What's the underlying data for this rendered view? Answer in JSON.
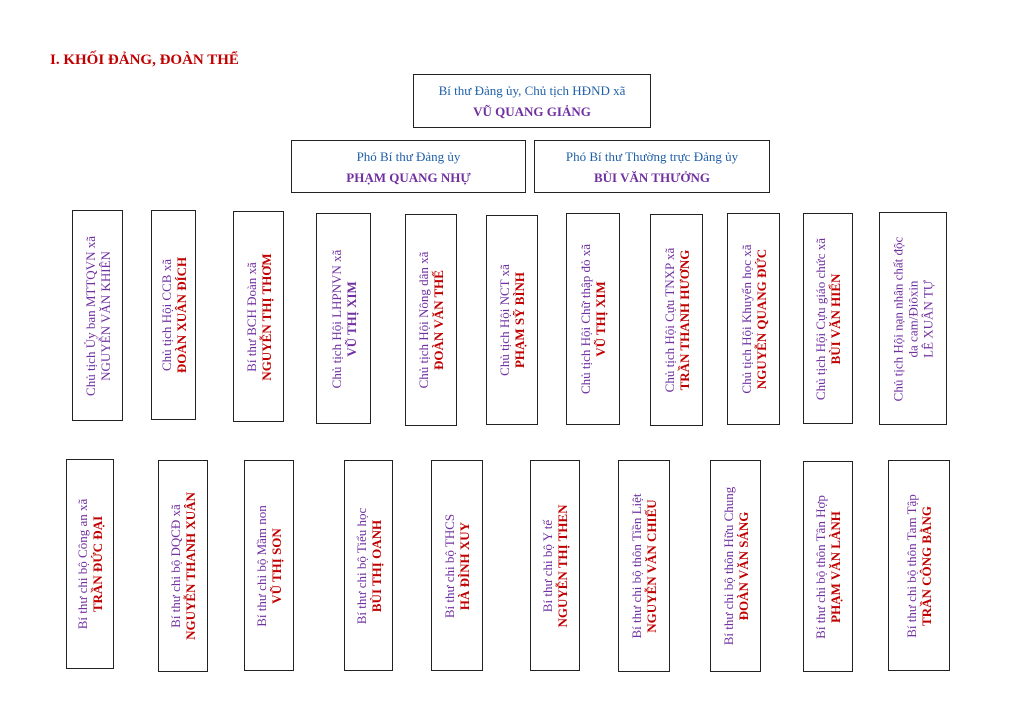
{
  "section_title": "I. KHỐI ĐẢNG, ĐOÀN THỂ",
  "top": {
    "role": "Bí thư Đảng ủy, Chủ tịch HĐND xã",
    "name": "VŨ QUANG GIẢNG"
  },
  "deputies": [
    {
      "role": "Phó Bí thư Đảng ủy",
      "name": "PHẠM QUANG NHỰ"
    },
    {
      "role": "Phó Bí thư Thường trực Đảng ủy",
      "name": "BÙI VĂN THƯỞNG"
    }
  ],
  "row1": [
    {
      "role": "Chủ tịch Ủy ban MTTQVN xã",
      "name": "NGUYỄN VĂN KHIÊN",
      "name_color": "purple-regular"
    },
    {
      "role": "Chủ tịch Hội CCB xã",
      "name": "ĐOÀN XUÂN ĐÍCH",
      "name_color": "red"
    },
    {
      "role": "Bí thư BCH Đoàn xã",
      "name": "NGUYỄN THỊ THƠM",
      "name_color": "red"
    },
    {
      "role": "Chủ tịch Hội LHPNVN xã",
      "name": "VŨ THỊ XIM",
      "name_color": "purple"
    },
    {
      "role": "Chủ tịch Hội Nông dân xã",
      "name": "ĐOÀN VĂN THẾ",
      "name_color": "red"
    },
    {
      "role": "Chủ tịch Hội NCT xã",
      "name": "PHẠM SỸ BÌNH",
      "name_color": "red"
    },
    {
      "role": "Chủ tịch Hội Chữ thập đỏ xã",
      "name": "VŨ THỊ XIM",
      "name_color": "red"
    },
    {
      "role": "Chủ tịch Hội Cựu TNXP xã",
      "name": "TRẦN THANH HƯƠNG",
      "name_color": "red"
    },
    {
      "role": "Chủ tịch Hội Khuyến học xã",
      "name": "NGUYỄN QUANG ĐỨC",
      "name_color": "red"
    },
    {
      "role": "Chủ tịch Hội Cựu giáo chức xã",
      "name": "BÙI VĂN HIỂN",
      "name_color": "red"
    },
    {
      "role": "Chủ tịch Hội nạn nhân chất độc da cam/Điôxin",
      "name": "LÊ XUÂN TỰ",
      "name_color": "purple-regular"
    }
  ],
  "row2": [
    {
      "role": "Bí thư chi bộ Công an xã",
      "name": "TRẦN ĐỨC ĐẠI",
      "name_color": "red"
    },
    {
      "role": "Bí thư chi bộ DQCĐ xã",
      "name": "NGUYỄN THANH XUÂN",
      "name_color": "red"
    },
    {
      "role": "Bí thư chi bộ Mầm non",
      "name": "VŨ THỊ SON",
      "name_color": "red"
    },
    {
      "role": "Bí thư chi bộ Tiểu học",
      "name": "BÙI THỊ OANH",
      "name_color": "red"
    },
    {
      "role": "Bí thư chi bộ THCS",
      "name": "HÀ ĐÌNH XUY",
      "name_color": "red"
    },
    {
      "role": "Bí thư chi bộ Y tế",
      "name": "NGUYỄN THỊ THEN",
      "name_color": "red"
    },
    {
      "role": "Bí thư chi bộ thôn Tiền Liệt",
      "name": "NGUYỄN VĂN CHIẾU",
      "name_color": "red"
    },
    {
      "role": "Bí thư chi bộ thôn Hữu Chung",
      "name": "ĐOÀN VĂN SÁNG",
      "name_color": "red"
    },
    {
      "role": "Bí thư chi bộ thôn Tân Hợp",
      "name": "PHẠM VĂN LÀNH",
      "name_color": "red"
    },
    {
      "role": "Bí thư chi bộ thôn Tam Tập",
      "name": "TRẦN CÔNG BẰNG",
      "name_color": "red"
    }
  ]
}
